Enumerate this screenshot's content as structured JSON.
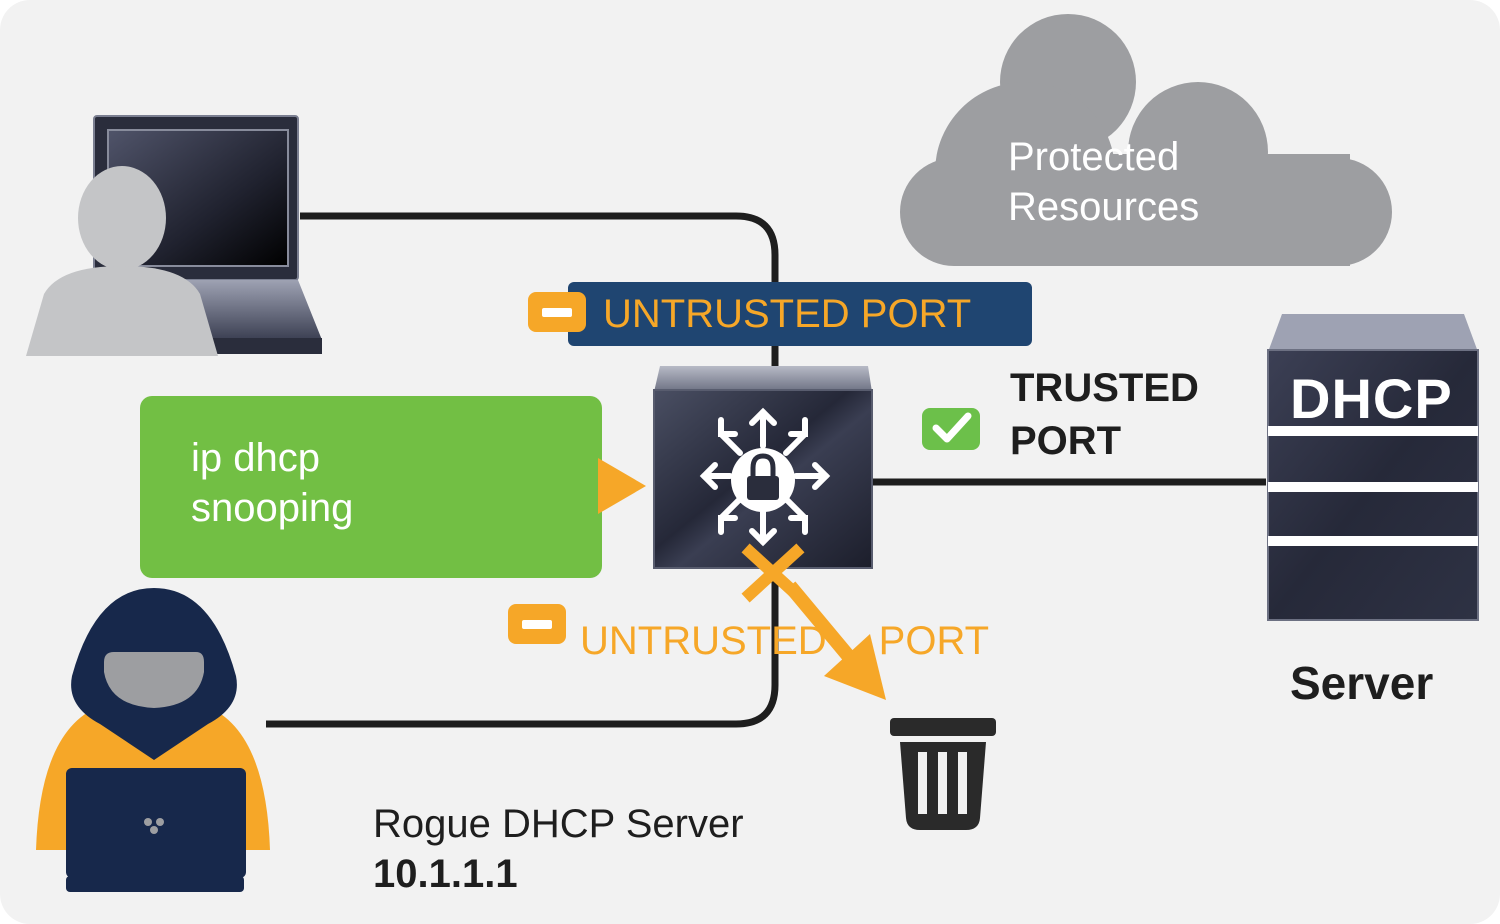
{
  "cloud": {
    "line1": "Protected",
    "line2": "Resources"
  },
  "ports": {
    "top_untrusted": "UNTRUSTED PORT",
    "bottom_untrusted_a": "UNTRUSTED",
    "bottom_untrusted_b": "PORT",
    "trusted_line1": "TRUSTED",
    "trusted_line2": "PORT"
  },
  "command": {
    "line1": "ip dhcp",
    "line2": "snooping"
  },
  "server": {
    "box_label": "DHCP",
    "caption": "Server"
  },
  "rogue": {
    "name": "Rogue DHCP Server",
    "ip": "10.1.1.1"
  },
  "colors": {
    "background": "#f2f2f2",
    "cable": "#1e1e1e",
    "untrusted": "#f6a728",
    "trusted": "#6cc04a",
    "command_box": "#72bf44",
    "port_banner": "#1f4571",
    "cloud": "#9d9ea1",
    "device_dark": "#2a2d3c",
    "person": "#c4c5c7",
    "hacker_hood": "#17284b"
  },
  "icons": [
    "laptop-icon",
    "user-icon",
    "cloud-icon",
    "switch-icon",
    "lock-icon",
    "server-icon",
    "hacker-icon",
    "trash-icon",
    "check-icon",
    "minus-icon",
    "x-mark-icon",
    "arrow-icon"
  ]
}
